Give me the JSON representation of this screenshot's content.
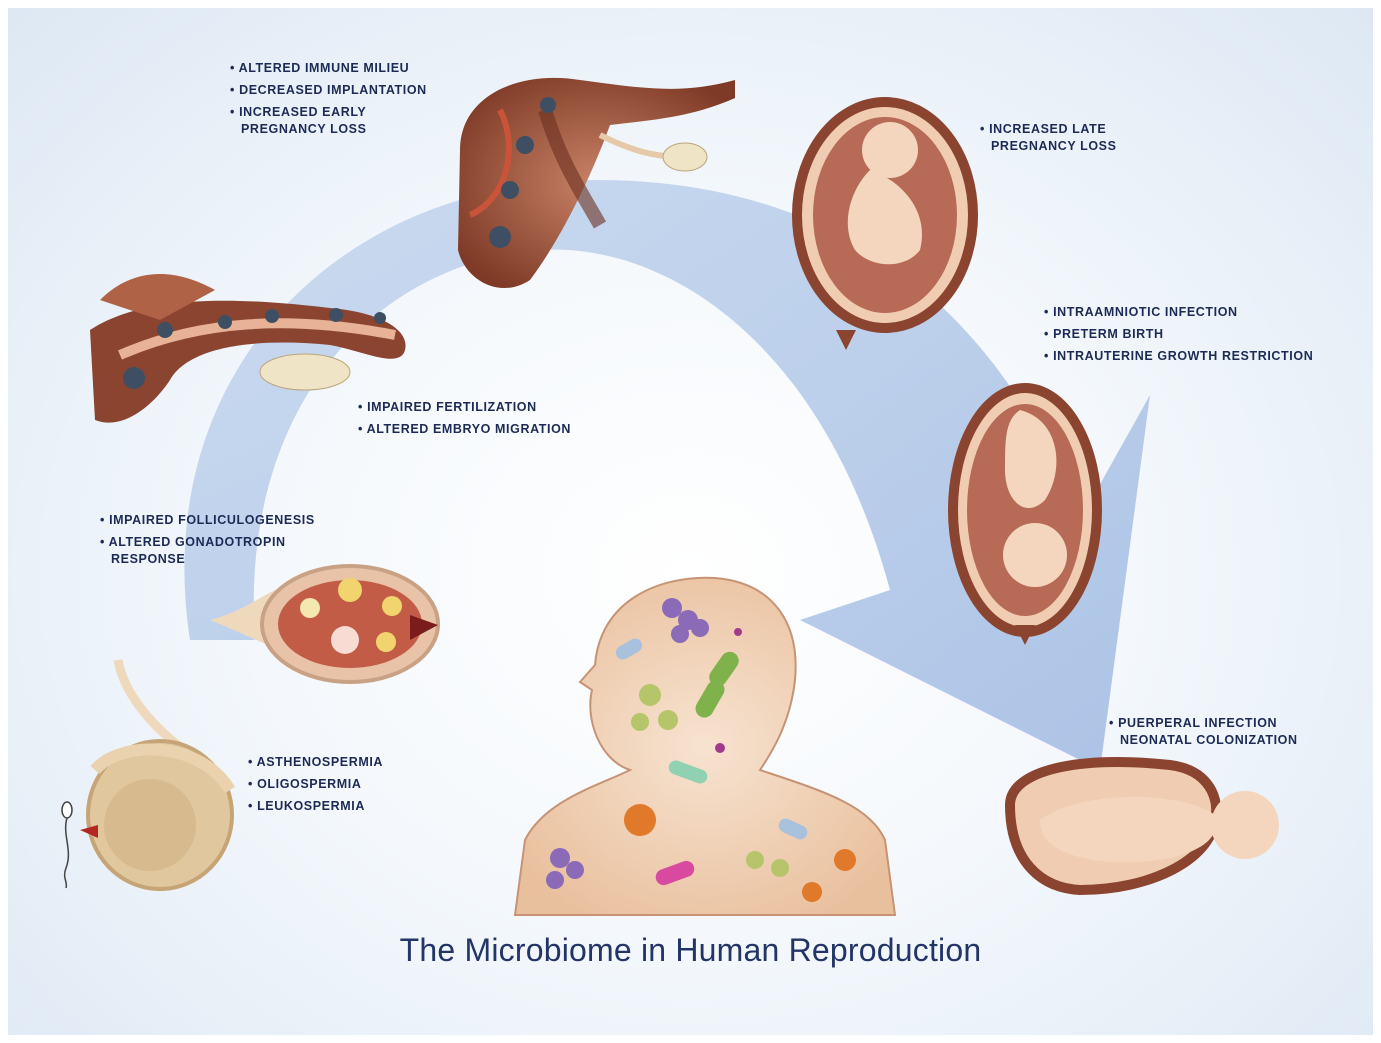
{
  "title": "The Microbiome in Human Reproduction",
  "colors": {
    "arrow": "#a9c2e6",
    "tissue": "#8a4430",
    "skin": "#f3d6bd",
    "label_text": "#1c2b55"
  },
  "labels": {
    "testis": [
      "ASTHENOSPERMIA",
      "OLIGOSPERMIA",
      "LEUKOSPERMIA"
    ],
    "ovary": [
      "IMPAIRED FOLLICULOGENESIS",
      "ALTERED GONADOTROPIN",
      "RESPONSE"
    ],
    "tube": [
      "IMPAIRED FERTILIZATION",
      "ALTERED EMBRYO MIGRATION"
    ],
    "uterus": [
      "ALTERED IMMUNE MILIEU",
      "DECREASED IMPLANTATION",
      "INCREASED EARLY",
      "PREGNANCY LOSS"
    ],
    "late": [
      "INCREASED LATE",
      "PREGNANCY LOSS"
    ],
    "preterm": [
      "INTRAAMNIOTIC INFECTION",
      "PRETERM BIRTH",
      "INTRAUTERINE GROWTH RESTRICTION"
    ],
    "birth": [
      "PUERPERAL INFECTION",
      "NEONATAL COLONIZATION"
    ]
  },
  "icons": [
    "testis-illustration",
    "sperm-icon",
    "ovary-illustration",
    "fallopian-tube-illustration",
    "uterus-illustration",
    "fetus-late-pregnancy-illustration",
    "fetus-preterm-illustration",
    "newborn-birth-illustration",
    "human-microbiome-illustration",
    "cycle-arrow"
  ]
}
